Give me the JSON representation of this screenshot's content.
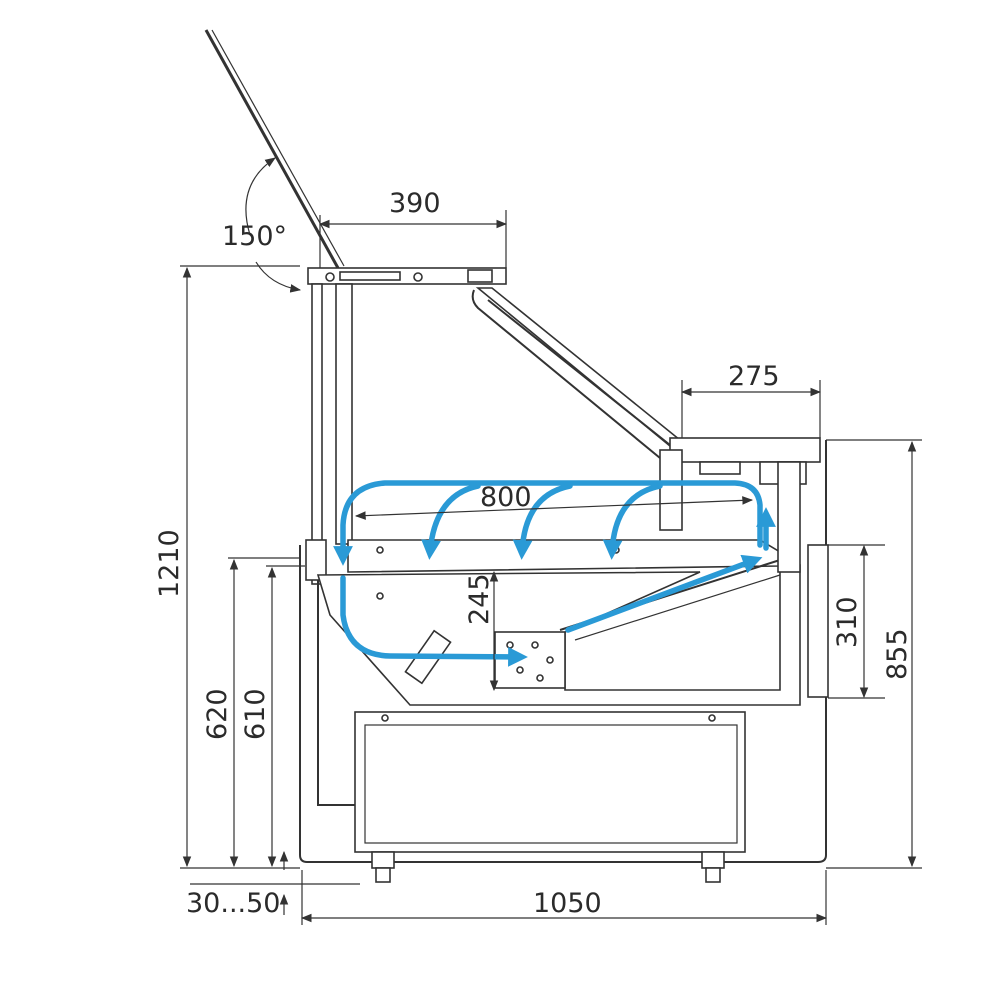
{
  "dimensions": {
    "top_angle": "150°",
    "shelf_depth": "390",
    "top_width": "275",
    "display_depth": "800",
    "total_height": "1210",
    "front_height_620": "620",
    "front_height_610": "610",
    "height_245": "245",
    "window_310": "310",
    "rear_height": "855",
    "feet_range": "30...50",
    "total_width": "1050"
  },
  "colors": {
    "airflow": "#2a9ad6",
    "lines": "#333333"
  }
}
